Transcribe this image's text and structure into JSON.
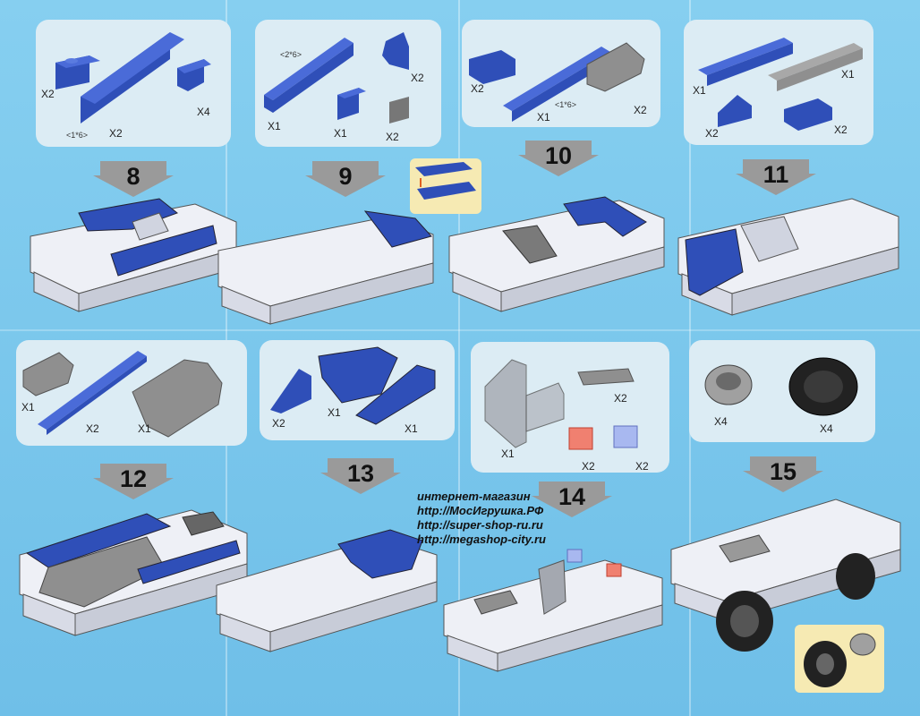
{
  "watermark": {
    "lines": [
      "интернет-магазин",
      "http://МосИгрушка.РФ",
      "http://super-shop-ru.ru",
      "http://megashop-city.ru"
    ]
  },
  "colors": {
    "blue": "#2f4fb8",
    "gray": "#8f8f8f",
    "light": "#eef0f6",
    "trans_red": "#f08070",
    "trans_blue": "#a8b8f0"
  },
  "steps": [
    {
      "number": "8",
      "parts": [
        {
          "qty": "X2"
        },
        {
          "qty": "X2",
          "size": "<1*6>"
        },
        {
          "qty": "X4"
        }
      ]
    },
    {
      "number": "9",
      "parts": [
        {
          "qty": "X1",
          "size": "<2*6>"
        },
        {
          "qty": "X2"
        },
        {
          "qty": "X1"
        },
        {
          "qty": "X2"
        }
      ]
    },
    {
      "number": "10",
      "parts": [
        {
          "qty": "X2"
        },
        {
          "qty": "X1",
          "size": "<1*6>"
        },
        {
          "qty": "X2"
        }
      ]
    },
    {
      "number": "11",
      "parts": [
        {
          "qty": "X1"
        },
        {
          "qty": "X1"
        },
        {
          "qty": "X2"
        },
        {
          "qty": "X2"
        }
      ]
    },
    {
      "number": "12",
      "parts": [
        {
          "qty": "X1"
        },
        {
          "qty": "X2"
        },
        {
          "qty": "X1"
        }
      ]
    },
    {
      "number": "13",
      "parts": [
        {
          "qty": "X2"
        },
        {
          "qty": "X1"
        },
        {
          "qty": "X1"
        }
      ]
    },
    {
      "number": "14",
      "parts": [
        {
          "qty": "X2"
        },
        {
          "qty": "X1"
        },
        {
          "qty": "X2"
        },
        {
          "qty": "X2"
        }
      ]
    },
    {
      "number": "15",
      "parts": [
        {
          "qty": "X4"
        },
        {
          "qty": "X4"
        }
      ]
    }
  ]
}
